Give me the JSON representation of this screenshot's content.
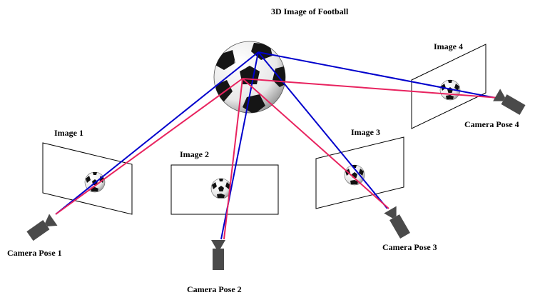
{
  "title": "3D Image of Football",
  "images": {
    "image1": "Image 1",
    "image2": "Image 2",
    "image3": "Image 3",
    "image4": "Image 4"
  },
  "cameras": {
    "cam1": "Camera Pose 1",
    "cam2": "Camera Pose 2",
    "cam3": "Camera Pose 3",
    "cam4": "Camera Pose 4"
  },
  "colors": {
    "ray_blue": "#0000cc",
    "ray_red": "#e8235f",
    "camera": "#4a4a4a"
  },
  "icons": [
    "football-icon",
    "camera-icon"
  ]
}
